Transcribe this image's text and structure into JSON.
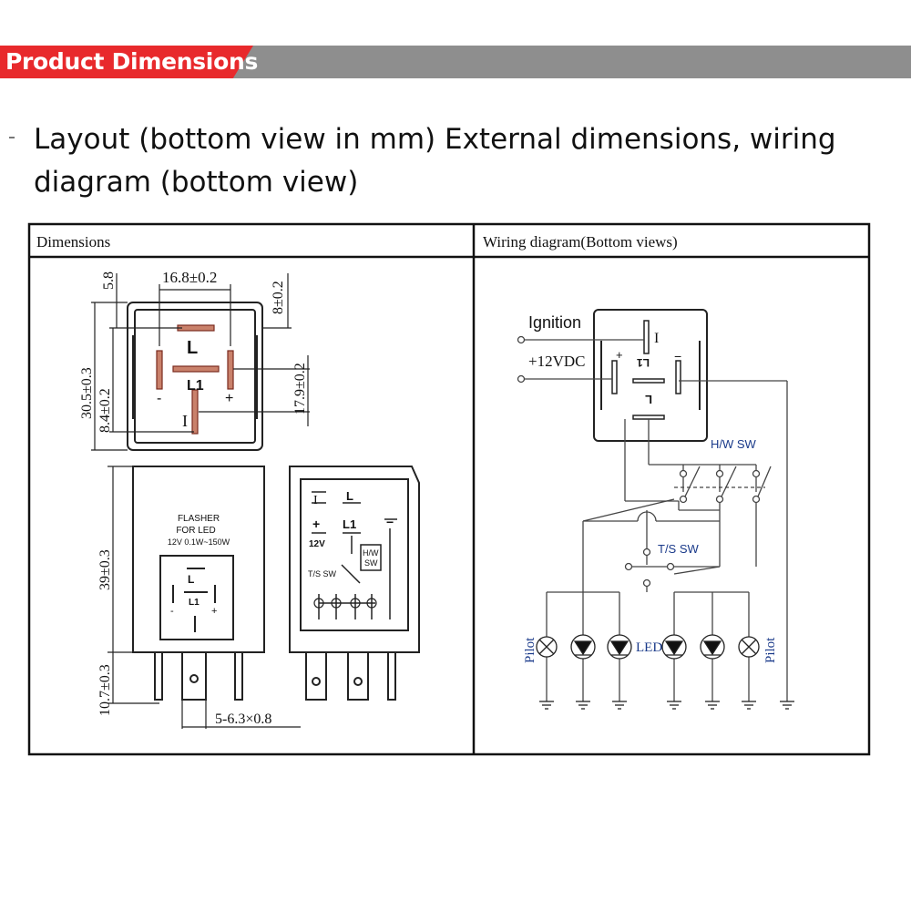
{
  "header": {
    "title": "Product Dimensions"
  },
  "subtitle": "Layout (bottom view in mm) External dimensions, wiring diagram (bottom view)",
  "dimensions_panel": {
    "title": "Dimensions",
    "width_dim": "16.8±0.2",
    "top_offset": "5.8",
    "right_offset": "8±0.2",
    "height_total": "30.5±0.3",
    "height_inner": "8.4±0.2",
    "pin_spacing": "17.9±0.2",
    "body_height": "39±0.3",
    "pin_length": "10.7±0.3",
    "pin_spec": "5-6.3×0.8",
    "pins": {
      "L": "L",
      "L1": "L1",
      "I": "I",
      "minus": "-",
      "plus": "+"
    },
    "label": {
      "line1": "FLASHER",
      "line2": "FOR LED",
      "line3": "12V  0.1W~150W"
    },
    "side": {
      "I": "I",
      "L": "L",
      "plus": "+",
      "L1": "L1",
      "minus": "−",
      "v12": "12V",
      "hw1": "H/W",
      "hw2": "SW",
      "ts": "T/S SW"
    }
  },
  "wiring_panel": {
    "title": "Wiring diagram(Bottom views)",
    "ignition": "Ignition",
    "vdc": "+12VDC",
    "pin_I": "I",
    "pin_plus": "+",
    "pin_minus": "−",
    "pin_L1": "L1",
    "pin_L": "L",
    "hw_sw": "H/W SW",
    "ts_sw": "T/S SW",
    "pilot_left": "Pilot",
    "pilot_right": "Pilot",
    "led": "LED"
  }
}
